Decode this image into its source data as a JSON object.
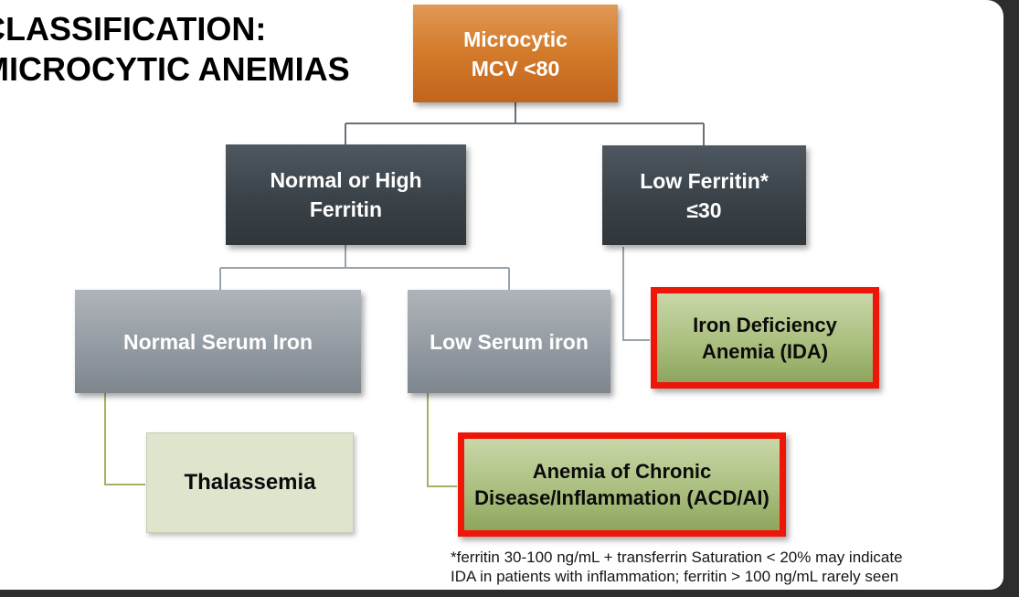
{
  "title": {
    "line1": "CLASSIFICATION:",
    "line2": "MICROCYTIC ANEMIAS"
  },
  "flowchart": {
    "microcytic": {
      "line1": "Microcytic",
      "line2": "MCV <80"
    },
    "normal_high_ferritin": {
      "line1": "Normal or High",
      "line2": "Ferritin"
    },
    "low_ferritin": {
      "line1": "Low Ferritin*",
      "line2": "≤30"
    },
    "normal_serum_iron": {
      "label": "Normal Serum Iron"
    },
    "low_serum_iron": {
      "label": "Low Serum iron"
    },
    "iron_deficiency_anemia": {
      "line1": "Iron Deficiency",
      "line2": "Anemia (IDA)"
    },
    "thalassemia": {
      "label": "Thalassemia"
    },
    "anemia_chronic_disease": {
      "line1": "Anemia of Chronic",
      "line2": "Disease/Inflammation (ACD/AI)"
    }
  },
  "footnote": {
    "line1": "*ferritin 30-100 ng/mL + transferrin Saturation < 20% may indicate",
    "line2": "IDA in patients with inflammation; ferritin > 100 ng/mL rarely seen"
  },
  "colors": {
    "orange_top": "#e09a58",
    "orange_bottom": "#c2641c",
    "dark_slate_top": "#4e5860",
    "dark_slate_bottom": "#2f373c",
    "gray_top": "#aeb4b9",
    "gray_bottom": "#7d858d",
    "green_top": "#c9d7a8",
    "green_bottom": "#8da55e",
    "pale_green": "#dfe5cd",
    "highlight_red": "#ee1509",
    "connector_dark": "#66717a",
    "connector_light": "#99a3ac",
    "connector_green": "#9fb469",
    "frame_background": "#2d2d2d",
    "slide_background": "#ffffff"
  }
}
